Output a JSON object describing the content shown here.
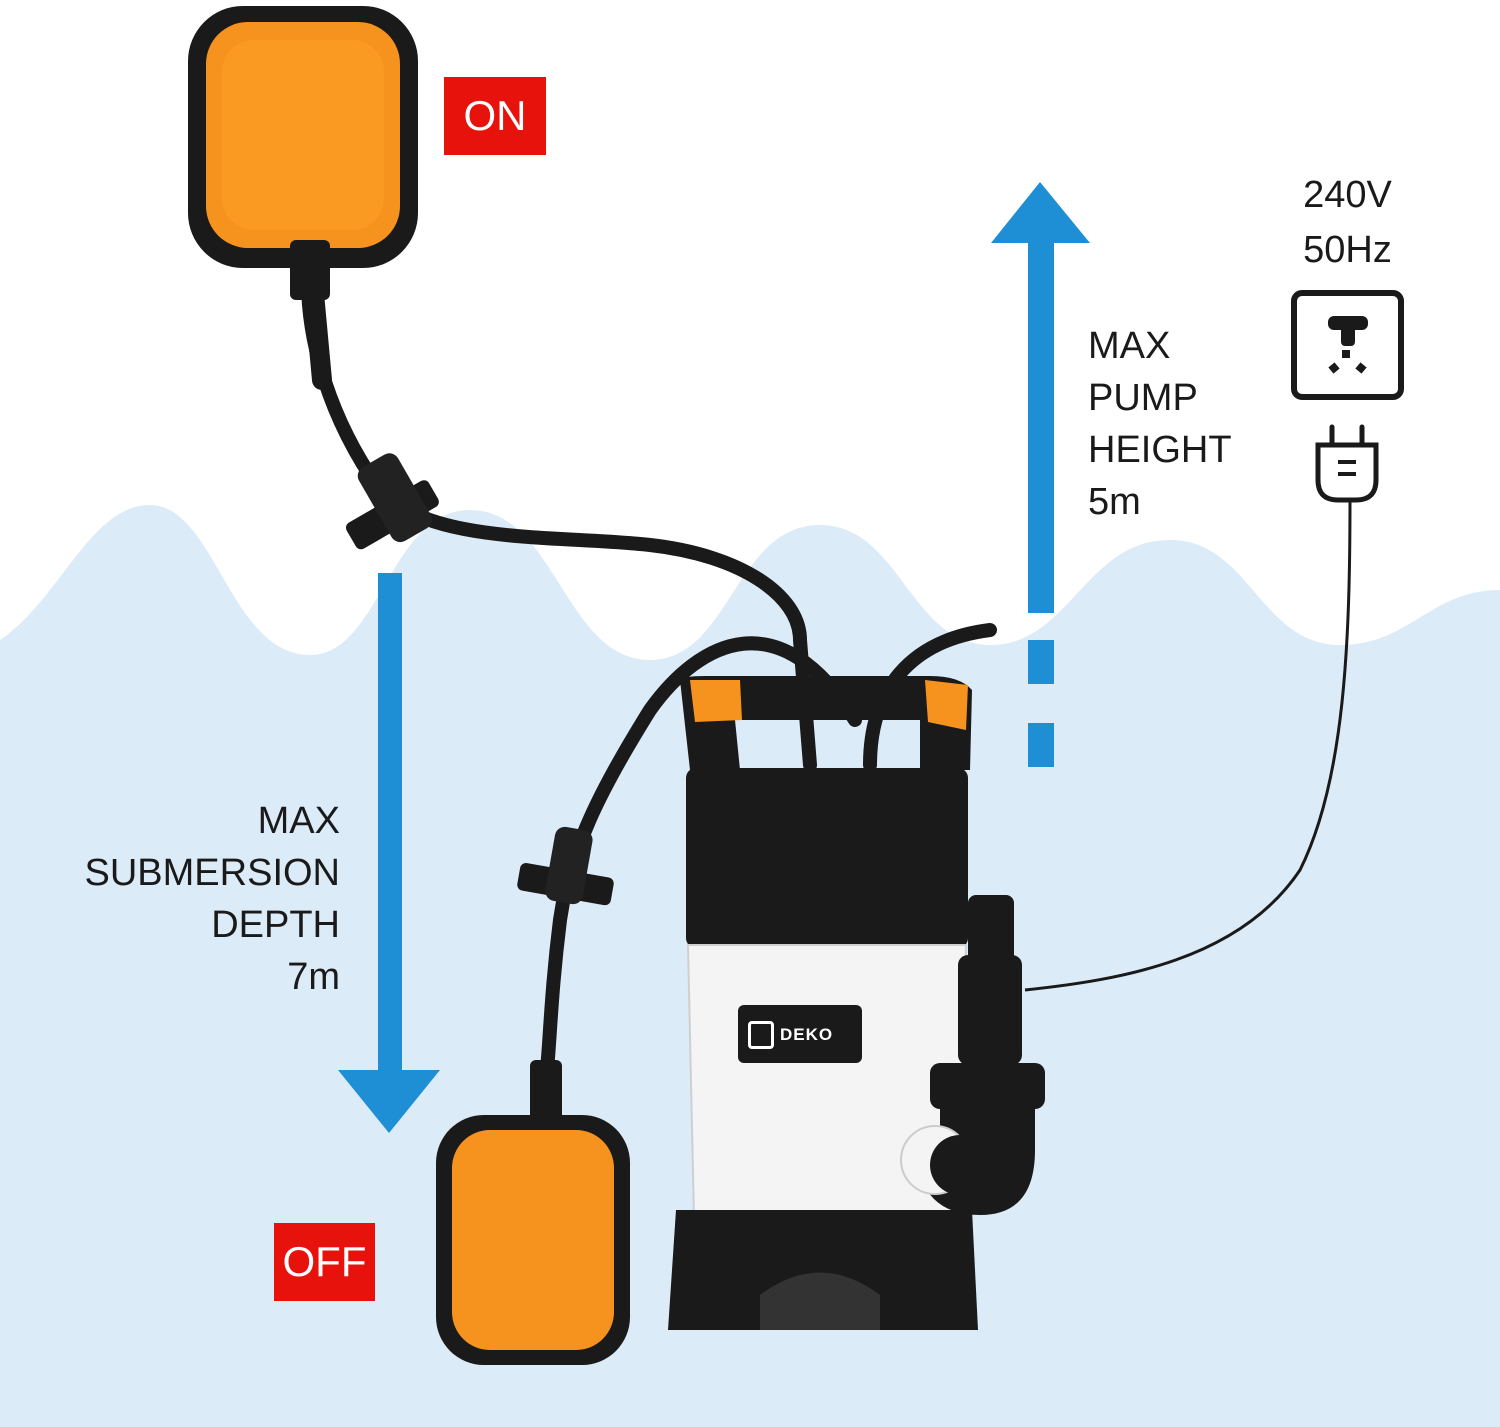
{
  "colors": {
    "water": "#dcebf8",
    "arrow": "#1e8fd4",
    "badge": "#e8120c",
    "float": "#f6931e",
    "pump_black": "#1a1a1a",
    "pump_white": "#f4f4f4"
  },
  "icons": {
    "socket": "power-socket-icon",
    "plug": "power-plug-icon"
  },
  "badges": {
    "on": "ON",
    "off": "OFF"
  },
  "power": {
    "voltage": "240V",
    "frequency": "50Hz"
  },
  "submersion": {
    "line1": "MAX",
    "line2": "SUBMERSION",
    "line3": "DEPTH",
    "line4": "7m"
  },
  "pump_height": {
    "line1": "MAX",
    "line2": "PUMP",
    "line3": "HEIGHT",
    "line4": "5m"
  },
  "brand": {
    "name": "DEKO"
  }
}
